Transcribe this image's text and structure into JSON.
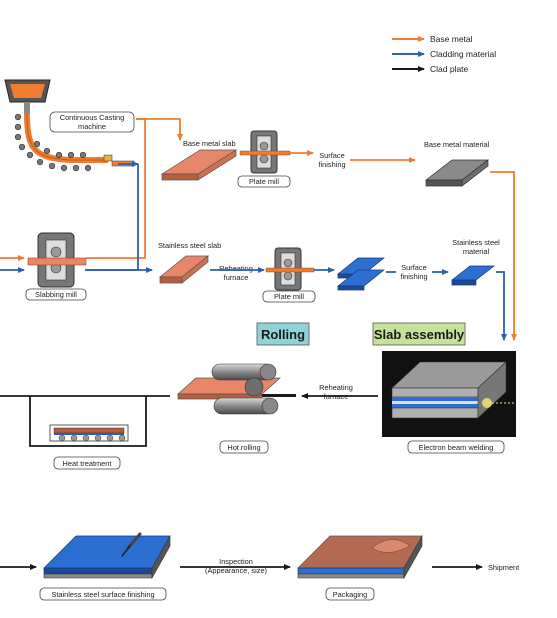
{
  "legend": [
    {
      "label": "Base metal",
      "color": "#ef7d2f"
    },
    {
      "label": "Cladding material",
      "color": "#2d5fb4"
    },
    {
      "label": "Clad plate",
      "color": "#1a1a1a"
    }
  ],
  "labels": {
    "continuous_casting": [
      "Continuous Casting",
      "machine"
    ],
    "base_metal_slab": "Base metal slab",
    "plate_mill_1": "Plate mill",
    "surface_finishing_1": [
      "Surface",
      "finishing"
    ],
    "base_metal_material": "Base metal material",
    "slabbing_mill": "Slabbing mill",
    "stainless_steel_slab": "Stainless steel slab",
    "reheating_furnace_1": [
      "Reheating",
      "furnace"
    ],
    "plate_mill_2": "Plate mill",
    "surface_finishing_2": [
      "Surface",
      "finishing"
    ],
    "stainless_steel_material": [
      "Stainless steel",
      "material"
    ],
    "rolling": "Rolling",
    "slab_assembly": "Slab assembly",
    "reheating_furnace_2": [
      "Reheating",
      "furnace"
    ],
    "hot_rolling": "Hot rolling",
    "heat_treatment": "Heat treatment",
    "electron_beam_welding": "Electron beam welding",
    "inspection": [
      "Inspection",
      "(Appearance, size)"
    ],
    "stainless_surface_finishing": "Stainless steel surface finishing",
    "packaging": "Packaging",
    "shipment": "Shipment"
  },
  "colors": {
    "base": "#ef7d2f",
    "clad": "#2d5fb4",
    "plate": "#1a1a1a",
    "rolling_box": "#8fd3d6",
    "assembly_box": "#c4e39a"
  }
}
